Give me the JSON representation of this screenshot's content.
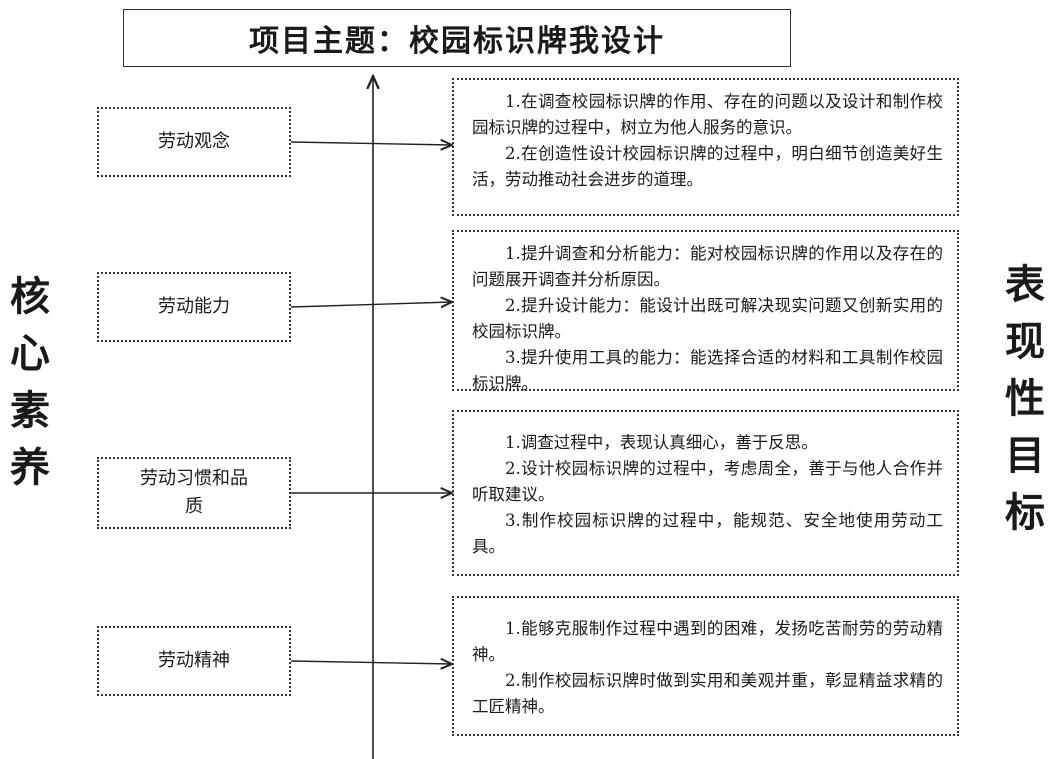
{
  "title": "项目主题：校园标识牌我设计",
  "left_label": "核心素养",
  "right_label": "表现性目标",
  "categories": [
    {
      "label": "劳动观念",
      "goals": [
        "1.在调查校园标识牌的作用、存在的问题以及设计和制作校园标识牌的过程中，树立为他人服务的意识。",
        "2.在创造性设计校园标识牌的过程中，明白细节创造美好生活，劳动推动社会进步的道理。"
      ]
    },
    {
      "label": "劳动能力",
      "goals": [
        "1.提升调查和分析能力：能对校园标识牌的作用以及存在的问题展开调查并分析原因。",
        "2.提升设计能力：能设计出既可解决现实问题又创新实用的校园标识牌。",
        "3.提升使用工具的能力：能选择合适的材料和工具制作校园标识牌。"
      ]
    },
    {
      "label": "劳动习惯和品质",
      "goals": [
        "1.调查过程中，表现认真细心，善于反思。",
        "2.设计校园标识牌的过程中，考虑周全，善于与他人合作并听取建议。",
        "3.制作校园标识牌的过程中，能规范、安全地使用劳动工具。"
      ]
    },
    {
      "label": "劳动精神",
      "goals": [
        "1.能够克服制作过程中遇到的困难，发扬吃苦耐劳的劳动精神。",
        "2.制作校园标识牌时做到实用和美观并重，彰显精益求精的工匠精神。"
      ]
    }
  ]
}
